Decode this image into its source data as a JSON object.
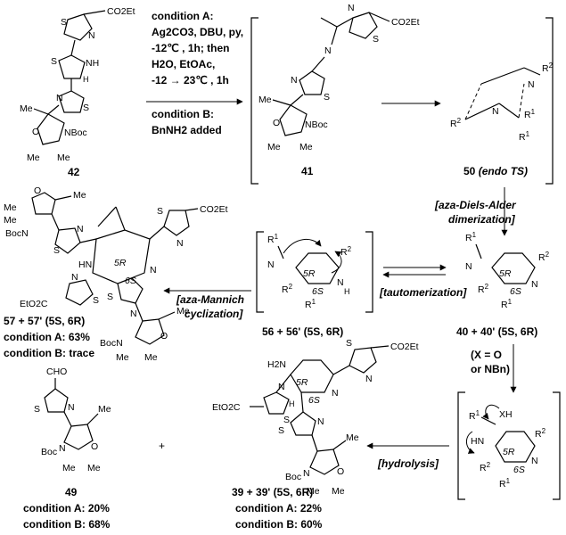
{
  "compounds": {
    "c42": {
      "number": "42"
    },
    "c41": {
      "number": "41"
    },
    "c50": {
      "number": "50",
      "suffix": "(endo TS)"
    },
    "c40": {
      "number": "40 + 40'",
      "stereo": "(5S, 6R)"
    },
    "c56": {
      "number": "56 + 56'",
      "stereo": "(5S, 6R)"
    },
    "c57": {
      "number": "57 + 57'",
      "stereo": "(5S, 6R)",
      "yieldA": "condition A: 63%",
      "yieldB": "condition B: trace"
    },
    "c49": {
      "number": "49",
      "yieldA": "condition A: 20%",
      "yieldB": "condition B: 68%"
    },
    "c39": {
      "number": "39 + 39'",
      "stereo": "(5S, 6R)",
      "yieldA": "condition A: 22%",
      "yieldB": "condition B: 60%"
    }
  },
  "conditions": {
    "lineA1": "condition A:",
    "lineA2": "Ag2CO3, DBU, py,",
    "lineA3": "-12℃ , 1h; then",
    "lineA4": "H2O, EtOAc,",
    "lineA5": "-12 → 23℃ , 1h",
    "lineB1": "condition B:",
    "lineB2": "BnNH2 added"
  },
  "steps": {
    "dielsAlder1": "[aza-Diels-Alder",
    "dielsAlder2": "dimerization]",
    "tautomerization": "[tautomerization]",
    "mannich1": "[aza-Mannich",
    "mannich2": "cyclization]",
    "hydrolysis": "[hydrolysis]",
    "x1": "(X = O",
    "x2": "or NBn)"
  },
  "groups": {
    "co2et": "CO2Et",
    "eto2c": "EtO2C",
    "nboc": "NBoc",
    "boc": "Boc",
    "bocn": "BocN",
    "me": "Me",
    "nh": "NH",
    "hn": "HN",
    "h2n": "H2N",
    "n": "N",
    "s": "S",
    "o": "O",
    "h": "H",
    "xh": "XH",
    "cho": "CHO",
    "r1": "R1",
    "r2": "R2",
    "plus": "+"
  }
}
